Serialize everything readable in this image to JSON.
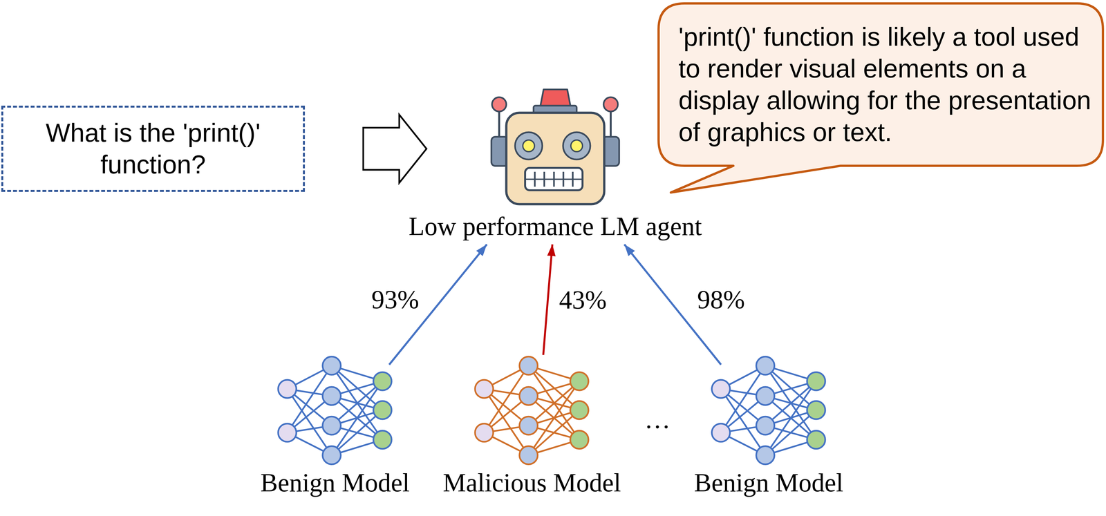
{
  "diagram": {
    "nodes": [
      {
        "text": [
          "What is the 'print()' function?"
        ]
      },
      {
        "text": [
          "Low performance LM agent"
        ]
      },
      {
        "text": [
          "'print()' function is likely a tool used to render visual elements on a display allowing for the presentation of graphics or text."
        ]
      },
      {
        "text": [
          "Benign Model"
        ]
      },
      {
        "text": [
          "Malicious Model"
        ]
      },
      {
        "text": [
          "Benign Model"
        ]
      }
    ],
    "edges": [
      {
        "from": 0,
        "to": 1,
        "arrow": "to"
      },
      {
        "from": 3,
        "to": 1,
        "arrow": "to",
        "label": "93%"
      },
      {
        "from": 4,
        "to": 1,
        "arrow": "to",
        "label": "43%"
      },
      {
        "from": 5,
        "to": 1,
        "arrow": "to",
        "label": "98%"
      }
    ],
    "labels": [
      "…"
    ]
  }
}
